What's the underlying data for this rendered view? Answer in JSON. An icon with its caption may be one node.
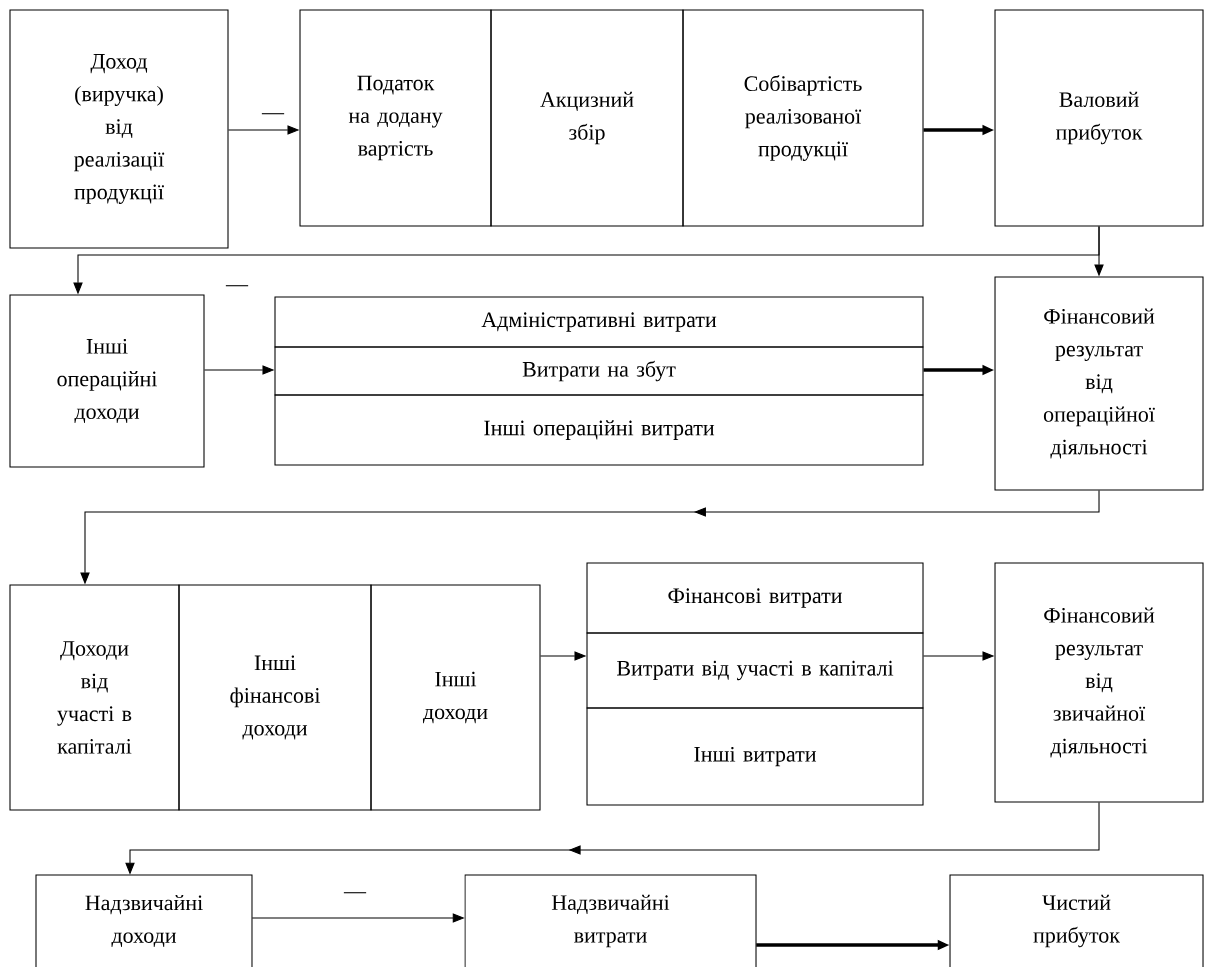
{
  "diagram": {
    "nodes": [
      {
        "text": [
          "Доход (виручка) від реалізації продукції"
        ]
      },
      {
        "text": [
          "Податок на додану вартість"
        ]
      },
      {
        "text": [
          "Акцизний збір"
        ]
      },
      {
        "text": [
          "Собівартість реалізованої продукції"
        ]
      },
      {
        "text": [
          "Валовий прибуток"
        ]
      },
      {
        "text": [
          "Інші операційні доходи"
        ]
      },
      {
        "text": [
          "Адміністративні витрати"
        ]
      },
      {
        "text": [
          "Витрати на збут"
        ]
      },
      {
        "text": [
          "Інші операційні витрати"
        ]
      },
      {
        "text": [
          "Фінансовий результат від операційної діяльності"
        ]
      },
      {
        "text": [
          "Доходи від участі в капіталі"
        ]
      },
      {
        "text": [
          "Інші фінансові доходи"
        ]
      },
      {
        "text": [
          "Інші доходи"
        ]
      },
      {
        "text": [
          "Фінансові витрати"
        ]
      },
      {
        "text": [
          "Витрати від участі в капіталі"
        ]
      },
      {
        "text": [
          "Інші витрати"
        ]
      },
      {
        "text": [
          "Фінансовий результат від звичайної діяльності"
        ]
      },
      {
        "text": [
          "Надзвичайні доходи"
        ]
      },
      {
        "text": [
          "Надзвичайні витрати"
        ]
      },
      {
        "text": [
          "Чистий прибуток"
        ]
      }
    ],
    "edges": [
      {
        "from": 0,
        "to": 1,
        "arrow": "to"
      },
      {
        "from": 3,
        "to": 4,
        "arrow": "to",
        "style": "thick"
      },
      {
        "from": 4,
        "to": 9,
        "arrow": "to"
      },
      {
        "from": 4,
        "to": 5,
        "arrow": "to"
      },
      {
        "from": 5,
        "to": 7,
        "arrow": "to"
      },
      {
        "from": 7,
        "to": 9,
        "arrow": "to",
        "style": "thick"
      },
      {
        "from": 9,
        "to": 10,
        "arrow": "to"
      },
      {
        "from": 12,
        "to": 14,
        "arrow": "to"
      },
      {
        "from": 14,
        "to": 16,
        "arrow": "to"
      },
      {
        "from": 16,
        "to": 17,
        "arrow": "to"
      },
      {
        "from": 17,
        "to": 18,
        "arrow": "to"
      },
      {
        "from": 18,
        "to": 19,
        "arrow": "to",
        "style": "thick"
      }
    ],
    "labels": [
      "—",
      "—",
      "—"
    ]
  }
}
